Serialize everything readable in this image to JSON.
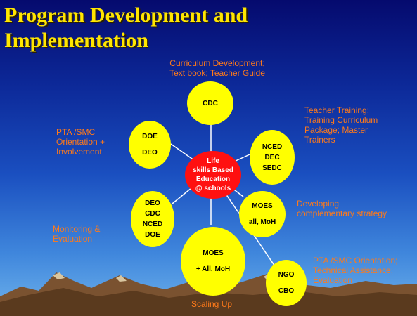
{
  "title_lines": [
    "Program Development and",
    "Implementation"
  ],
  "center": {
    "lines": [
      "Life",
      "skills Based",
      "Education",
      "@ schools"
    ]
  },
  "nodes": {
    "cdc": {
      "lines": [
        "CDC"
      ]
    },
    "doe_deo": {
      "lines": [
        "DOE",
        "DEO"
      ]
    },
    "nced": {
      "lines": [
        "NCED",
        "DEC",
        "SEDC"
      ]
    },
    "monitor": {
      "lines": [
        "DEO",
        "CDC",
        "NCED",
        "DOE"
      ]
    },
    "moes_moh": {
      "lines": [
        "MOES",
        "all, MoH"
      ]
    },
    "moes_all": {
      "lines": [
        "MOES",
        "+ All, MoH"
      ]
    },
    "ngo": {
      "lines": [
        "NGO",
        "CBO"
      ]
    }
  },
  "labels": {
    "curriculum": [
      "Curriculum Development;",
      "Text book; Teacher Guide"
    ],
    "pta_involvement": [
      "PTA /SMC",
      "Orientation +",
      "Involvement"
    ],
    "teacher_training": [
      "Teacher Training;",
      "Training  Curriculum",
      "Package; Master",
      "Trainers"
    ],
    "developing": [
      "Developing",
      "complementary strategy"
    ],
    "monitoring": [
      "Monitoring &",
      "Evaluation"
    ],
    "pta_orientation": [
      "PTA /SMC Orientation;",
      "Technical Assistance;",
      "Evaluation"
    ],
    "scaling": [
      "Scaling Up"
    ]
  },
  "colors": {
    "title": "#ffe600",
    "bubble": "#ffff00",
    "center": "#ff1010",
    "label": "#ff7a1a",
    "connector": "#ffffff"
  }
}
